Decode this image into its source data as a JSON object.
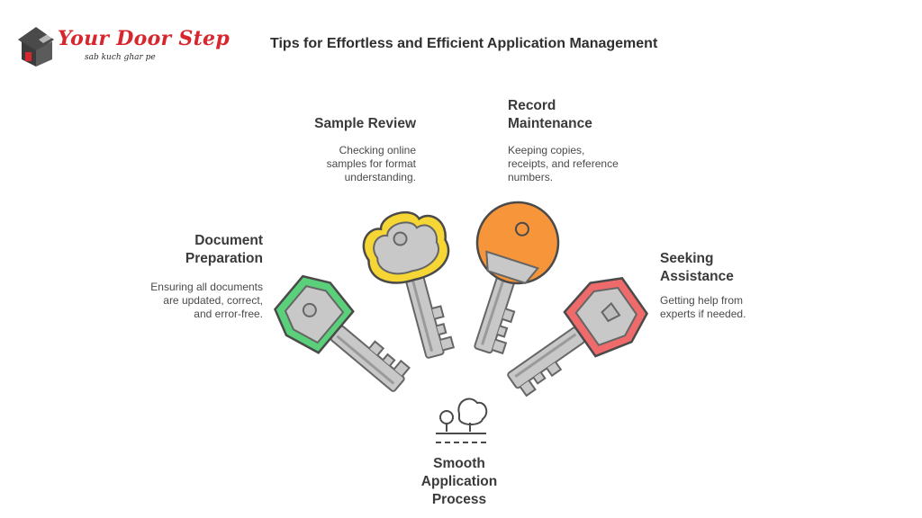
{
  "logo": {
    "name": "Your Door Step",
    "tagline": "sab kuch ghar pe"
  },
  "title": "Tips for Effortless and Efficient Application Management",
  "steps": [
    {
      "heading": "Document\nPreparation",
      "description": "Ensuring all documents\nare updated, correct,\nand error-free.",
      "color": "#5ad07a"
    },
    {
      "heading": "Sample Review",
      "description": "Checking online\nsamples for format\nunderstanding.",
      "color": "#f5d634"
    },
    {
      "heading": "Record\nMaintenance",
      "description": "Keeping copies,\nreceipts, and reference\nnumbers.",
      "color": "#f7953a"
    },
    {
      "heading": "Seeking\nAssistance",
      "description": "Getting help from\nexperts if needed.",
      "color": "#ef6a6a"
    }
  ],
  "outcome": {
    "heading": "Smooth\nApplication\nProcess"
  },
  "icons": [
    "house-logo-icon",
    "green-key-icon",
    "yellow-key-icon",
    "orange-key-icon",
    "red-key-icon",
    "trees-icon"
  ]
}
